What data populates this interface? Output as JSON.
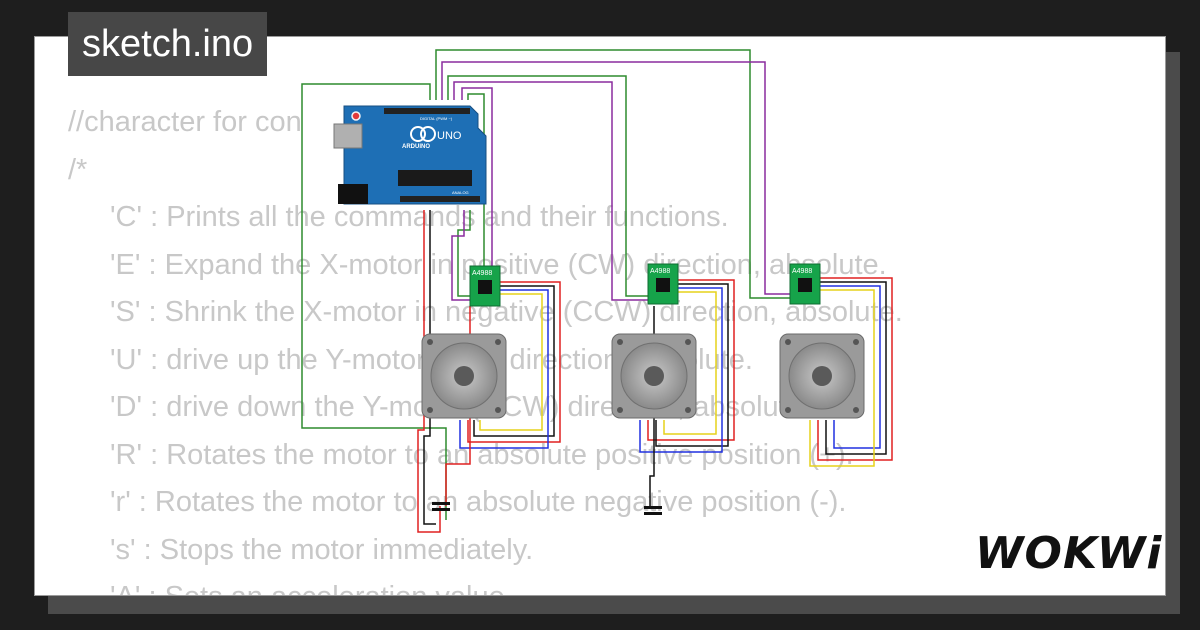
{
  "title": "sketch.ino",
  "code_lines": [
    {
      "text": "//character for con",
      "indent": false
    },
    {
      "text": "/*",
      "indent": false
    },
    {
      "text": "'C' : Prints all the commands and their functions.",
      "indent": true
    },
    {
      "text": "'E' : Expand the X-motor in positive (CW) direction, absolute.",
      "indent": true
    },
    {
      "text": "'S' : Shrink the X-motor in negative (CCW) direction, absolute.",
      "indent": true
    },
    {
      "text": "'U' : drive up the Y-motor (CW) direction, absolute.",
      "indent": true
    },
    {
      "text": "'D' : drive down the Y-motor (CCW) direction, absolute.",
      "indent": true
    },
    {
      "text": "'R' : Rotates the motor to an absolute positive position (+).",
      "indent": true
    },
    {
      "text": "'r' : Rotates the motor to an absolute negative position (-).",
      "indent": true
    },
    {
      "text": "'s' : Stops the motor immediately.",
      "indent": true
    },
    {
      "text": "'A' : Sets an acceleration value.",
      "indent": true
    }
  ],
  "board": {
    "brand": "ARDUINO",
    "model": "UNO",
    "header_digital": "DIGITAL (PWM ~)",
    "header_analog": "ANALOG"
  },
  "drivers": [
    {
      "label": "A4988"
    },
    {
      "label": "A4988"
    },
    {
      "label": "A4988"
    }
  ],
  "logo": "WOKWi",
  "colors": {
    "wire_green": "#2e8b2e",
    "wire_purple": "#8a2b9e",
    "wire_red": "#e02020",
    "wire_black": "#111111",
    "wire_blue": "#2030e0",
    "wire_yellow": "#e6d21a",
    "board_blue": "#1e6fb5",
    "driver_green": "#16a34a"
  }
}
